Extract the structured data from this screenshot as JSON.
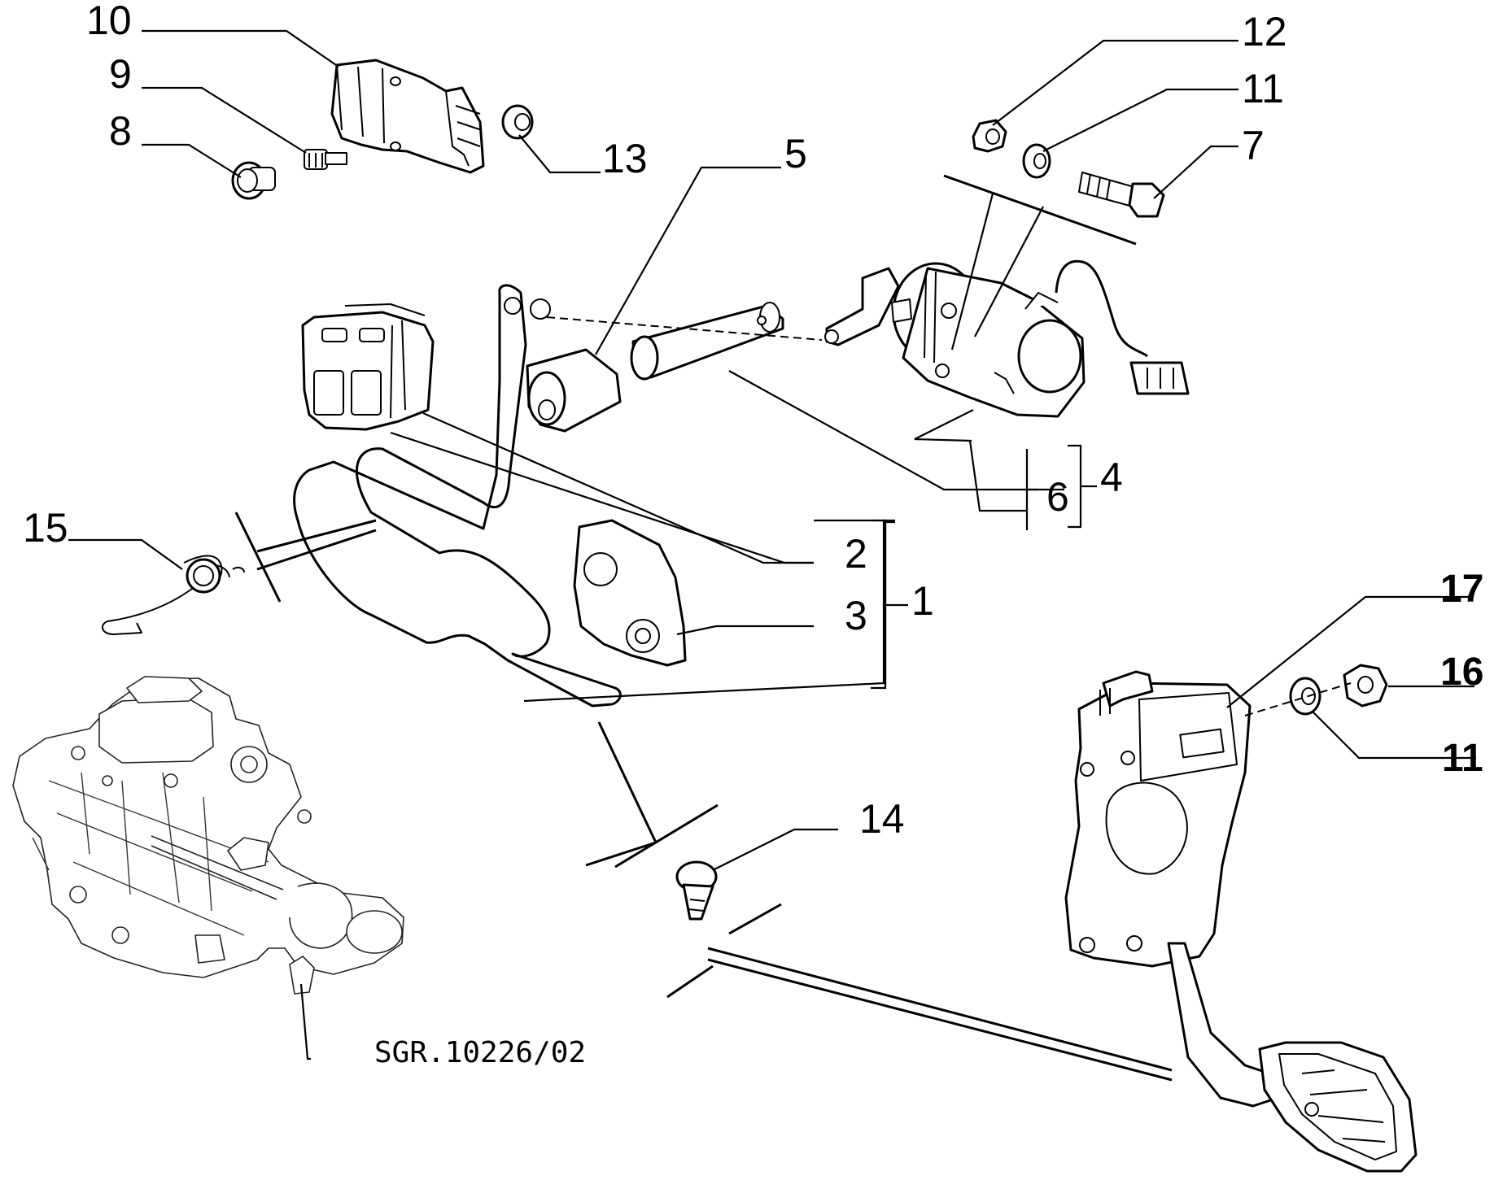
{
  "callouts": {
    "c1": "1",
    "c2": "2",
    "c3": "3",
    "c4": "4",
    "c5": "5",
    "c6": "6",
    "c7": "7",
    "c8": "8",
    "c9": "9",
    "c10": "10",
    "c11a": "11",
    "c11b": "11",
    "c12": "12",
    "c13": "13",
    "c14": "14",
    "c15": "15",
    "c16": "16",
    "c17": "17"
  },
  "reference_code": "SGR.10226/02"
}
